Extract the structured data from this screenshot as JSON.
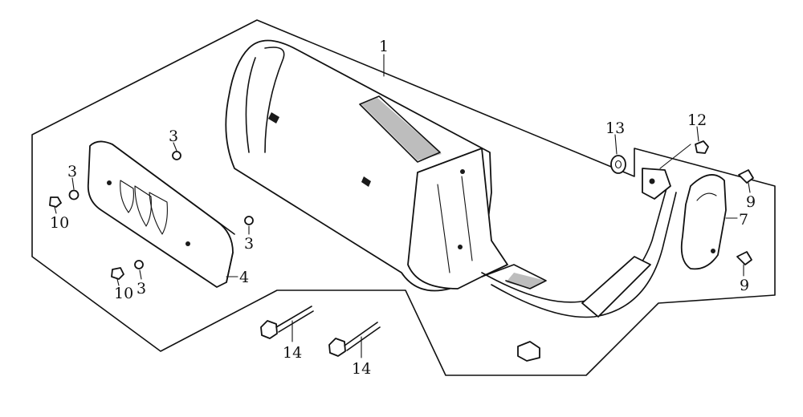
{
  "callouts": [
    {
      "id": "c1",
      "label": "1"
    },
    {
      "id": "c3a",
      "label": "3"
    },
    {
      "id": "c3b",
      "label": "3"
    },
    {
      "id": "c3c",
      "label": "3"
    },
    {
      "id": "c3d",
      "label": "3"
    },
    {
      "id": "c4",
      "label": "4"
    },
    {
      "id": "c7",
      "label": "7"
    },
    {
      "id": "c9a",
      "label": "9"
    },
    {
      "id": "c9b",
      "label": "9"
    },
    {
      "id": "c10a",
      "label": "10"
    },
    {
      "id": "c10b",
      "label": "10"
    },
    {
      "id": "c12",
      "label": "12"
    },
    {
      "id": "c13",
      "label": "13"
    },
    {
      "id": "c14a",
      "label": "14"
    },
    {
      "id": "c14b",
      "label": "14"
    }
  ]
}
